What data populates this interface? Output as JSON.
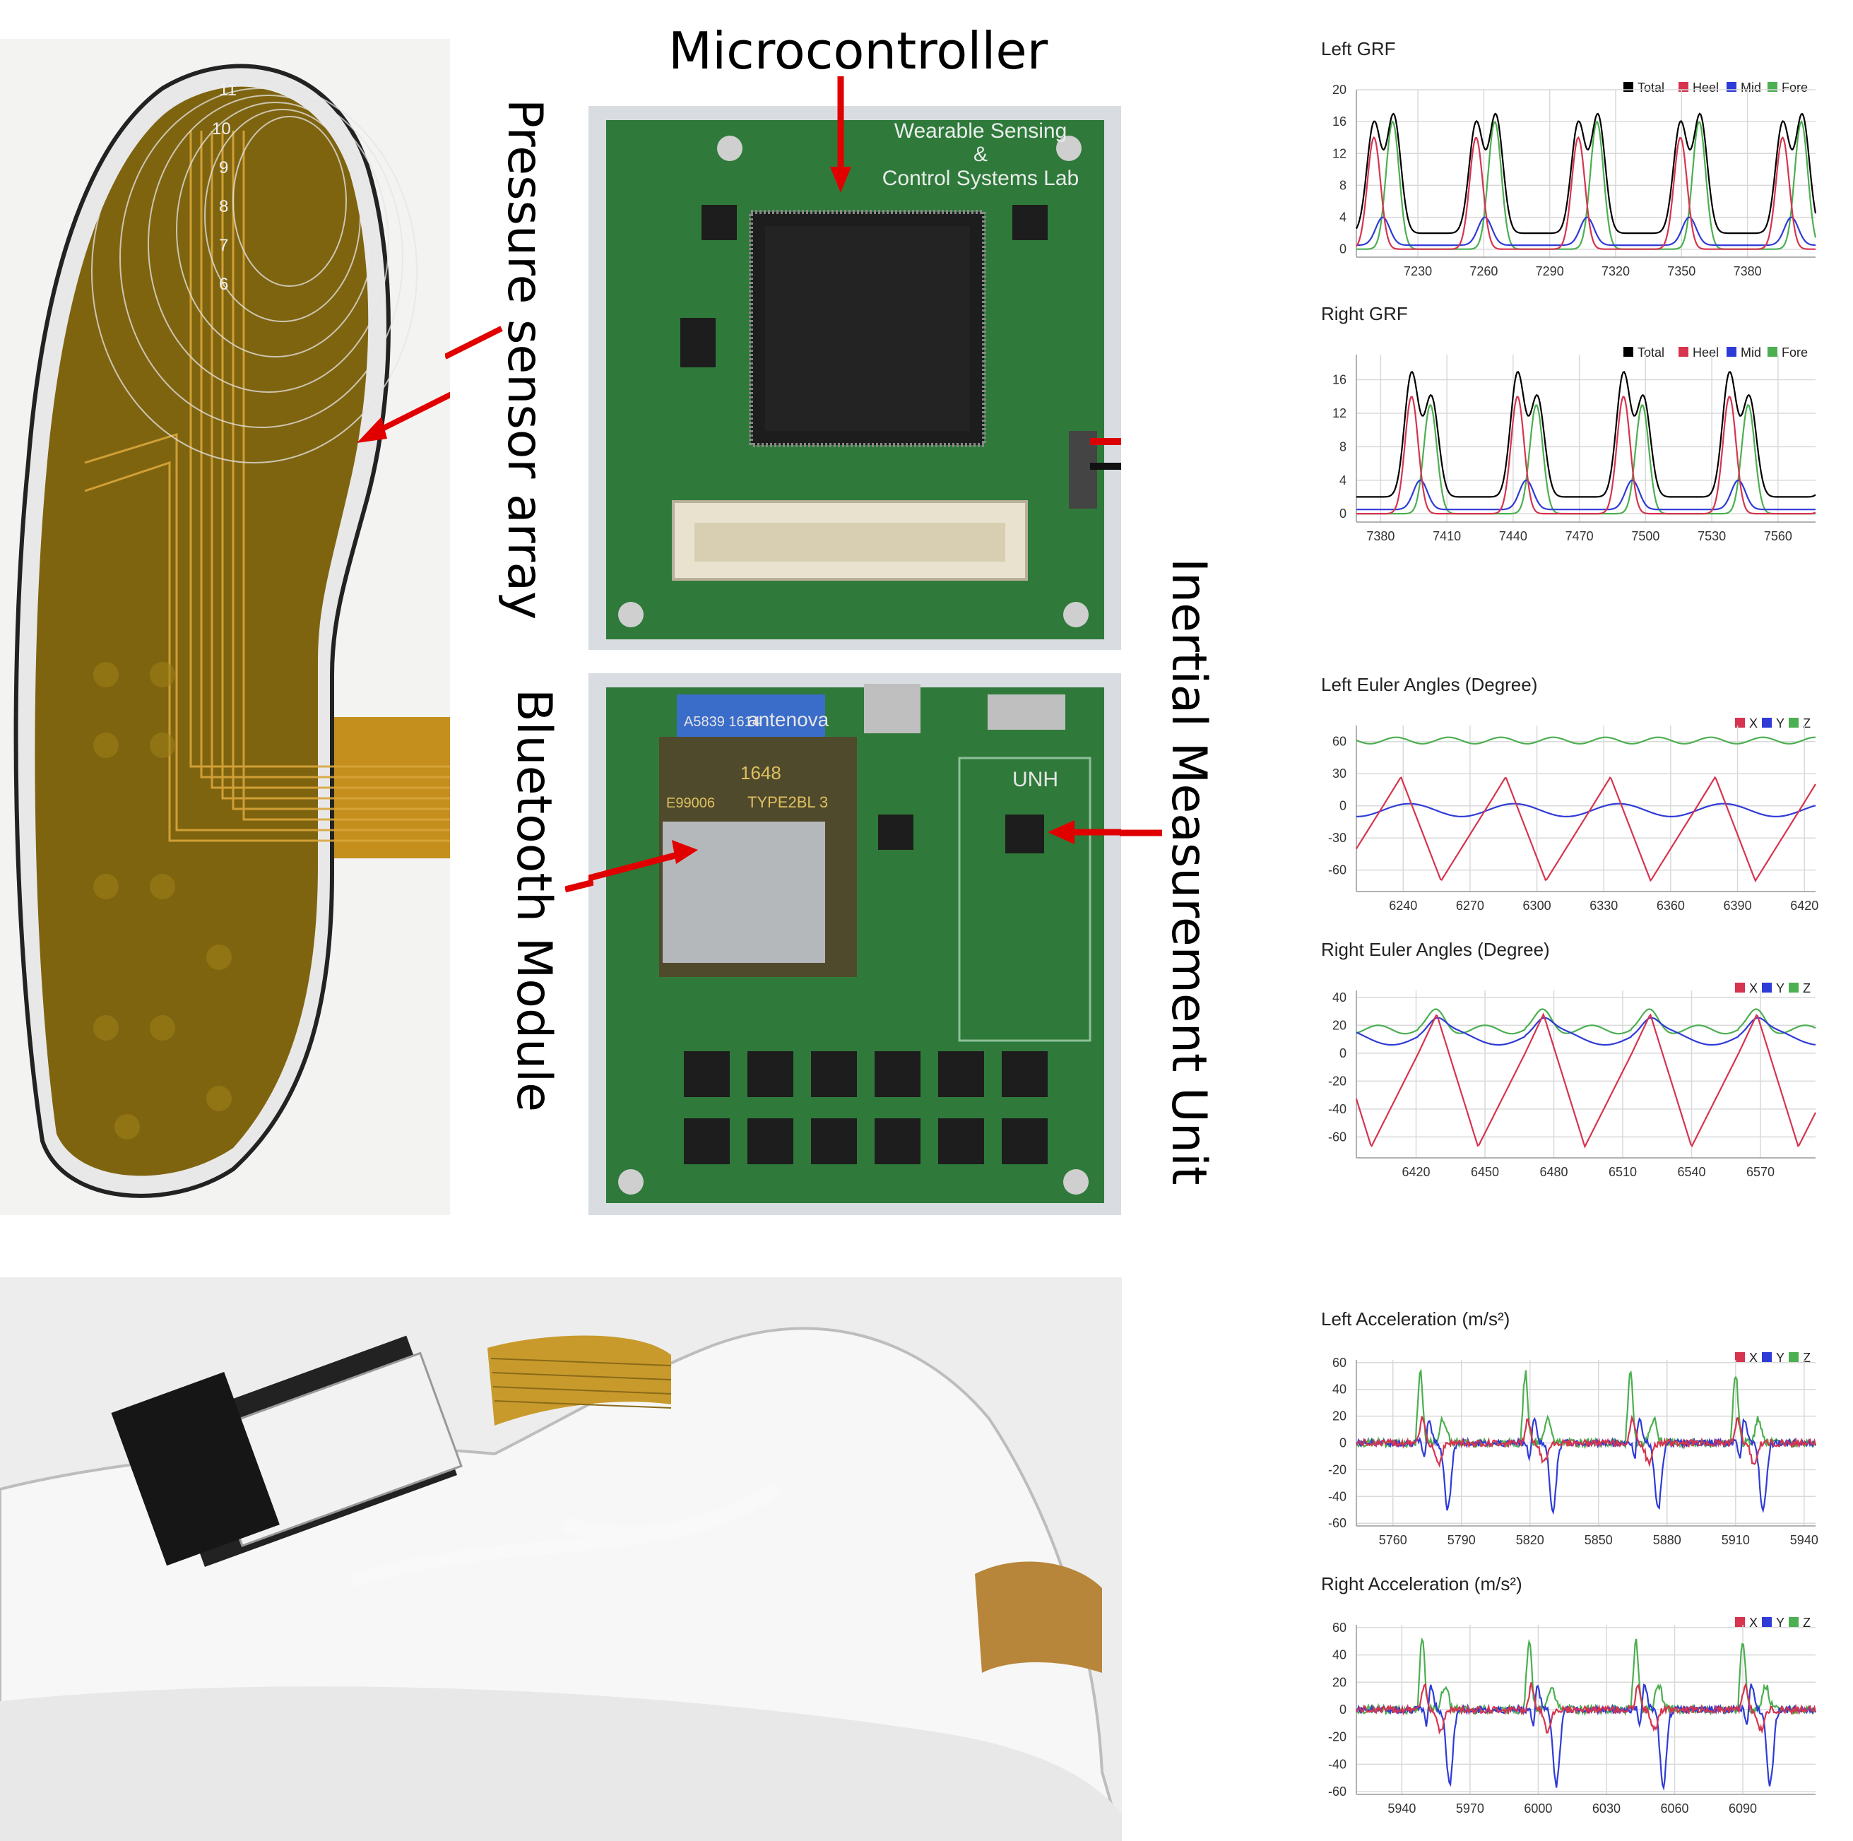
{
  "labels": {
    "microcontroller": "Microcontroller",
    "pressure": "Pressure sensor array",
    "bluetooth": "Bluetooth Module",
    "imu": "Inertial Measurement Unit"
  },
  "board_text": {
    "lab_line1": "Wearable Sensing",
    "lab_line2": "&",
    "lab_line3": "Control Systems Lab",
    "antenova": "antenova",
    "chip_code": "A5839 1614",
    "module_code": "1648",
    "module_type": "TYPE2BL 3",
    "module_lot": "E99006",
    "unh": "UNH"
  },
  "insole_numbers": [
    "11",
    "10",
    "9",
    "8",
    "7",
    "6"
  ],
  "colors": {
    "total": "#000000",
    "heel": "#d6344f",
    "mid": "#2f3bd6",
    "fore": "#4caf50",
    "x": "#d6344f",
    "y": "#2f3bd6",
    "z": "#4caf50",
    "pcb": "#2f7a3a",
    "insole": "#9a7a10",
    "arrow": "#e00000"
  },
  "chart_data": [
    {
      "id": "left-grf",
      "type": "line",
      "title": "Left GRF",
      "legend": [
        "Total",
        "Heel",
        "Mid",
        "Fore"
      ],
      "xlim": [
        7202,
        7411
      ],
      "ylim": [
        -1,
        20
      ],
      "xticks": [
        7230,
        7260,
        7290,
        7320,
        7350,
        7380
      ],
      "yticks": [
        0,
        4,
        8,
        12,
        16,
        20
      ],
      "grid": true,
      "legend_position": "top-right",
      "gait": {
        "start": 7205,
        "period": 46.5,
        "total_peaks": [
          16.5,
          17.5
        ],
        "heel_peak": 14,
        "mid_peak": 3.5,
        "fore_peak": 16,
        "baseline": 2
      }
    },
    {
      "id": "right-grf",
      "type": "line",
      "title": "Right GRF",
      "legend": [
        "Total",
        "Heel",
        "Mid",
        "Fore"
      ],
      "xlim": [
        7369,
        7577
      ],
      "ylim": [
        -1,
        19
      ],
      "xticks": [
        7380,
        7410,
        7440,
        7470,
        7500,
        7530,
        7560
      ],
      "yticks": [
        0,
        4,
        8,
        12,
        16
      ],
      "grid": true,
      "legend_position": "top-right",
      "gait": {
        "start": 7389,
        "period": 48,
        "total_peaks": [
          17.5,
          14.5
        ],
        "heel_peak": 14,
        "mid_peak": 3.5,
        "fore_peak": 13,
        "baseline": 2
      }
    },
    {
      "id": "left-euler",
      "type": "line",
      "title": "Left Euler Angles (Degree)",
      "legend": [
        "X",
        "Y",
        "Z"
      ],
      "xlim": [
        6219,
        6425
      ],
      "ylim": [
        -80,
        75
      ],
      "xticks": [
        6240,
        6270,
        6300,
        6330,
        6360,
        6390,
        6420
      ],
      "yticks": [
        60,
        30,
        0,
        -30,
        -60
      ],
      "grid": true,
      "legend_position": "top-right",
      "euler": {
        "start": 6231,
        "period": 47,
        "x_max": 27,
        "x_min": -70,
        "y_level": -4,
        "z_level": 61
      }
    },
    {
      "id": "right-euler",
      "type": "line",
      "title": "Right Euler Angles (Degree)",
      "legend": [
        "X",
        "Y",
        "Z"
      ],
      "xlim": [
        6394,
        6594
      ],
      "ylim": [
        -75,
        45
      ],
      "xticks": [
        6420,
        6450,
        6480,
        6510,
        6540,
        6570
      ],
      "yticks": [
        40,
        20,
        0,
        -20,
        -40,
        -60
      ],
      "grid": true,
      "legend_position": "top-right",
      "euler": {
        "start": 6421,
        "period": 46.5,
        "x_max": 28,
        "x_min": -67,
        "y_level": 12,
        "z_level": 17
      }
    },
    {
      "id": "left-accel",
      "type": "line",
      "title": "Left Acceleration (m/s²)",
      "legend": [
        "X",
        "Y",
        "Z"
      ],
      "xlim": [
        5744,
        5945
      ],
      "ylim": [
        -62,
        62
      ],
      "xticks": [
        5760,
        5790,
        5820,
        5850,
        5880,
        5910,
        5940
      ],
      "yticks": [
        60,
        40,
        20,
        0,
        -20,
        -40,
        -60
      ],
      "grid": true,
      "legend_position": "top-right",
      "accel": {
        "start": 5770,
        "period": 46,
        "z_peak": 52,
        "y_min": -50
      }
    },
    {
      "id": "right-accel",
      "type": "line",
      "title": "Right Acceleration (m/s²)",
      "legend": [
        "X",
        "Y",
        "Z"
      ],
      "xlim": [
        5920,
        6122
      ],
      "ylim": [
        -62,
        62
      ],
      "xticks": [
        5940,
        5970,
        6000,
        6030,
        6060,
        6090
      ],
      "yticks": [
        60,
        40,
        20,
        0,
        -20,
        -40,
        -60
      ],
      "grid": true,
      "legend_position": "top-right",
      "accel": {
        "start": 5947,
        "period": 47,
        "z_peak": 52,
        "y_min": -55
      }
    }
  ]
}
